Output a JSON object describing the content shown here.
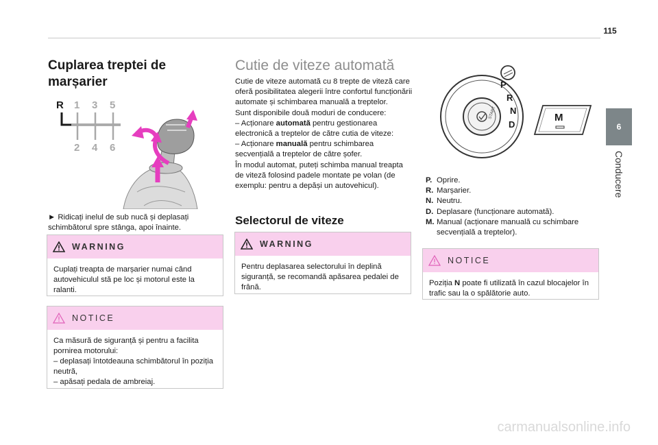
{
  "page": {
    "number": "115"
  },
  "side_tab": {
    "chapter_number": "6",
    "chapter_label": "Conducere"
  },
  "reverse_gear": {
    "title": "Cuplarea treptei de marșarier",
    "gear_pattern": [
      "R",
      "1",
      "3",
      "5",
      "2",
      "4",
      "6"
    ],
    "instruction": "► Ridicați inelul de sub nucă și deplasați schimbătorul spre stânga, apoi înainte.",
    "warning": {
      "label": "WARNING",
      "text": "Cuplați treapta de marșarier numai când autovehiculul stă pe loc și motorul este la ralanti."
    },
    "notice": {
      "label": "NOTICE",
      "lines": [
        "Ca măsură de siguranță și pentru a facilita pornirea motorului:",
        "– deplasați întotdeauna schimbătorul în poziția neutră,",
        "– apăsați pedala de ambreiaj."
      ]
    }
  },
  "automatic": {
    "title": "Cutie de viteze automată",
    "para1": "Cutie de viteze automată cu 8 trepte de viteză care oferă posibilitatea alegerii între confortul funcționării automate și schimbarea manuală a treptelor.",
    "para2": "Sunt disponibile două moduri de conducere:",
    "item1_pre": "– Acționare ",
    "item1_bold": "automată",
    "item1_post": " pentru gestionarea electronică a treptelor de către cutia de viteze:",
    "item2_pre": "– Acționare ",
    "item2_bold": "manuală",
    "item2_post": " pentru schimbarea secvențială a treptelor de către șofer.",
    "para3": "În modul automat, puteți schimba manual treapta de viteză folosind padele montate pe volan (de exemplu: pentru a depăși un autovehicul)."
  },
  "selector": {
    "title": "Selectorul de viteze",
    "warning": {
      "label": "WARNING",
      "text": "Pentru deplasarea selectorului în deplină siguranță, se recomandă apăsarea pedalei de frână."
    },
    "dial_letters": [
      "P",
      "R",
      "N",
      "D"
    ],
    "start_label": "START",
    "m_button": "M",
    "legend": [
      {
        "key": "P.",
        "text": "Oprire."
      },
      {
        "key": "R.",
        "text": "Marșarier."
      },
      {
        "key": "N.",
        "text": "Neutru."
      },
      {
        "key": "D.",
        "text": "Deplasare (funcționare automată)."
      },
      {
        "key": "M.",
        "text": "Manual (acționare manuală cu schimbare secvențială a treptelor)."
      }
    ],
    "notice": {
      "label": "NOTICE",
      "pre": "Poziția ",
      "bold": "N",
      "post": " poate fi utilizată în cazul blocajelor în trafic sau la o spălătorie auto."
    }
  },
  "watermark": "carmanualsonline.info",
  "colors": {
    "pink_header": "#f9d0ed",
    "accent_pink": "#e63ebf",
    "side_tab": "#7d8689"
  }
}
